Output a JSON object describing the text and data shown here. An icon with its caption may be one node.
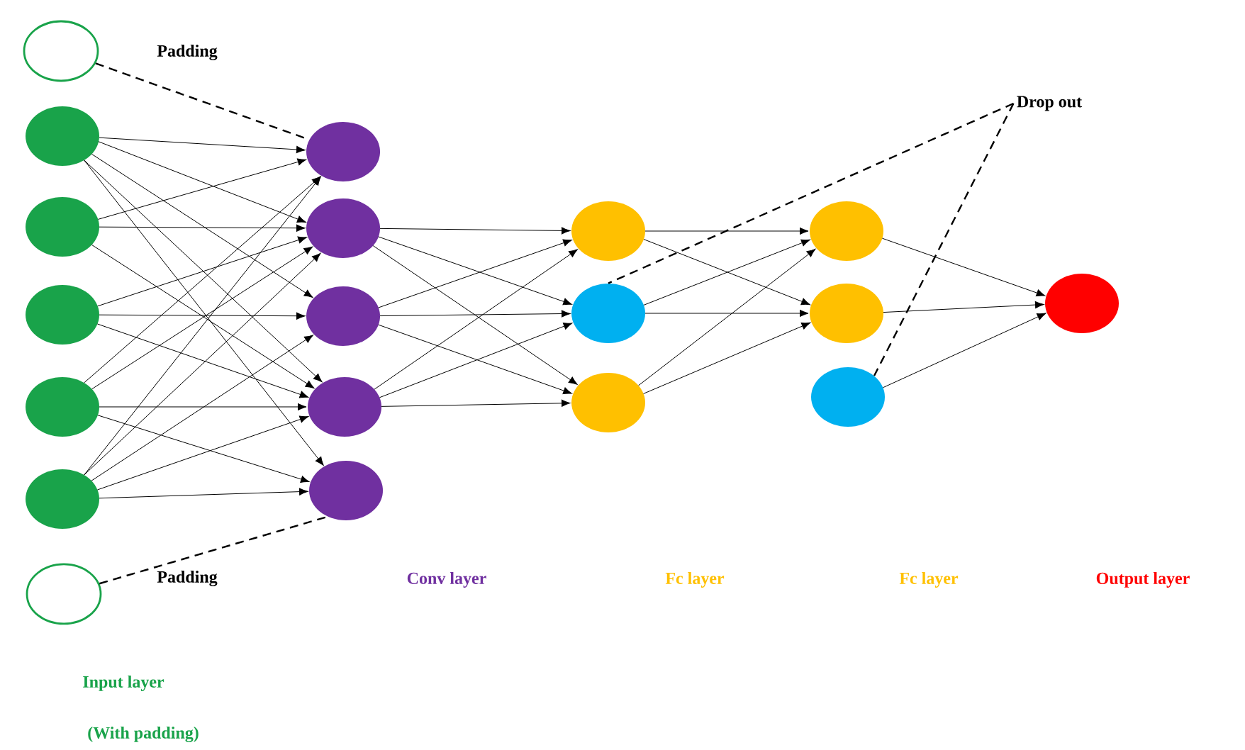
{
  "diagram": {
    "nodes": [
      {
        "text": [],
        "shape": "circle",
        "beside": [
          "Padding"
        ]
      },
      {
        "text": [],
        "shape": "circle"
      },
      {
        "text": [],
        "shape": "circle"
      },
      {
        "text": [],
        "shape": "circle"
      },
      {
        "text": [],
        "shape": "circle"
      },
      {
        "text": [],
        "shape": "circle"
      },
      {
        "text": [],
        "shape": "circle",
        "beside": [
          "Padding"
        ]
      },
      {
        "text": [],
        "shape": "circle"
      },
      {
        "text": [],
        "shape": "circle"
      },
      {
        "text": [],
        "shape": "circle"
      },
      {
        "text": [],
        "shape": "circle"
      },
      {
        "text": [],
        "shape": "circle"
      },
      {
        "text": [
          "Drop out"
        ]
      },
      {
        "text": [],
        "shape": "circle"
      },
      {
        "text": [],
        "shape": "circle"
      },
      {
        "text": [],
        "shape": "circle"
      },
      {
        "text": [],
        "shape": "circle"
      },
      {
        "text": [],
        "shape": "circle"
      },
      {
        "text": [],
        "shape": "circle"
      },
      {
        "text": [],
        "shape": "circle"
      }
    ],
    "edges": [
      {
        "from": 1,
        "to": 7,
        "arrow": "to"
      },
      {
        "from": 1,
        "to": 8,
        "arrow": "to"
      },
      {
        "from": 1,
        "to": 9,
        "arrow": "to"
      },
      {
        "from": 1,
        "to": 10,
        "arrow": "to"
      },
      {
        "from": 1,
        "to": 11,
        "arrow": "to"
      },
      {
        "from": 2,
        "to": 7,
        "arrow": "to"
      },
      {
        "from": 2,
        "to": 8,
        "arrow": "to"
      },
      {
        "from": 2,
        "to": 10,
        "arrow": "to"
      },
      {
        "from": 3,
        "to": 8,
        "arrow": "to"
      },
      {
        "from": 3,
        "to": 9,
        "arrow": "to"
      },
      {
        "from": 3,
        "to": 10,
        "arrow": "to"
      },
      {
        "from": 4,
        "to": 7,
        "arrow": "to"
      },
      {
        "from": 4,
        "to": 8,
        "arrow": "to"
      },
      {
        "from": 4,
        "to": 10,
        "arrow": "to"
      },
      {
        "from": 4,
        "to": 11,
        "arrow": "to"
      },
      {
        "from": 5,
        "to": 7,
        "arrow": "to"
      },
      {
        "from": 5,
        "to": 8,
        "arrow": "to"
      },
      {
        "from": 5,
        "to": 9,
        "arrow": "to"
      },
      {
        "from": 5,
        "to": 10,
        "arrow": "to"
      },
      {
        "from": 5,
        "to": 11,
        "arrow": "to"
      },
      {
        "from": 8,
        "to": 13,
        "arrow": "to"
      },
      {
        "from": 8,
        "to": 14,
        "arrow": "to"
      },
      {
        "from": 8,
        "to": 15,
        "arrow": "to"
      },
      {
        "from": 9,
        "to": 13,
        "arrow": "to"
      },
      {
        "from": 9,
        "to": 14,
        "arrow": "to"
      },
      {
        "from": 9,
        "to": 15,
        "arrow": "to"
      },
      {
        "from": 10,
        "to": 13,
        "arrow": "to"
      },
      {
        "from": 10,
        "to": 14,
        "arrow": "to"
      },
      {
        "from": 10,
        "to": 15,
        "arrow": "to"
      },
      {
        "from": 13,
        "to": 16,
        "arrow": "to"
      },
      {
        "from": 13,
        "to": 17,
        "arrow": "to"
      },
      {
        "from": 14,
        "to": 16,
        "arrow": "to"
      },
      {
        "from": 14,
        "to": 17,
        "arrow": "to"
      },
      {
        "from": 15,
        "to": 16,
        "arrow": "to"
      },
      {
        "from": 15,
        "to": 17,
        "arrow": "to"
      },
      {
        "from": 16,
        "to": 19,
        "arrow": "to"
      },
      {
        "from": 17,
        "to": 19,
        "arrow": "to"
      },
      {
        "from": 18,
        "to": 19,
        "arrow": "to"
      },
      {
        "from": 0,
        "to": 7,
        "arrow": "none",
        "style": "dashed"
      },
      {
        "from": 6,
        "to": 11,
        "arrow": "none",
        "style": "dashed"
      },
      {
        "from": 12,
        "to": 14,
        "arrow": "none",
        "style": "dashed"
      },
      {
        "from": 12,
        "to": 18,
        "arrow": "none",
        "style": "dashed"
      }
    ],
    "labels": [
      "Conv layer",
      "Fc layer",
      "Fc layer",
      "Output layer",
      "Input layer",
      "(With padding)"
    ]
  }
}
